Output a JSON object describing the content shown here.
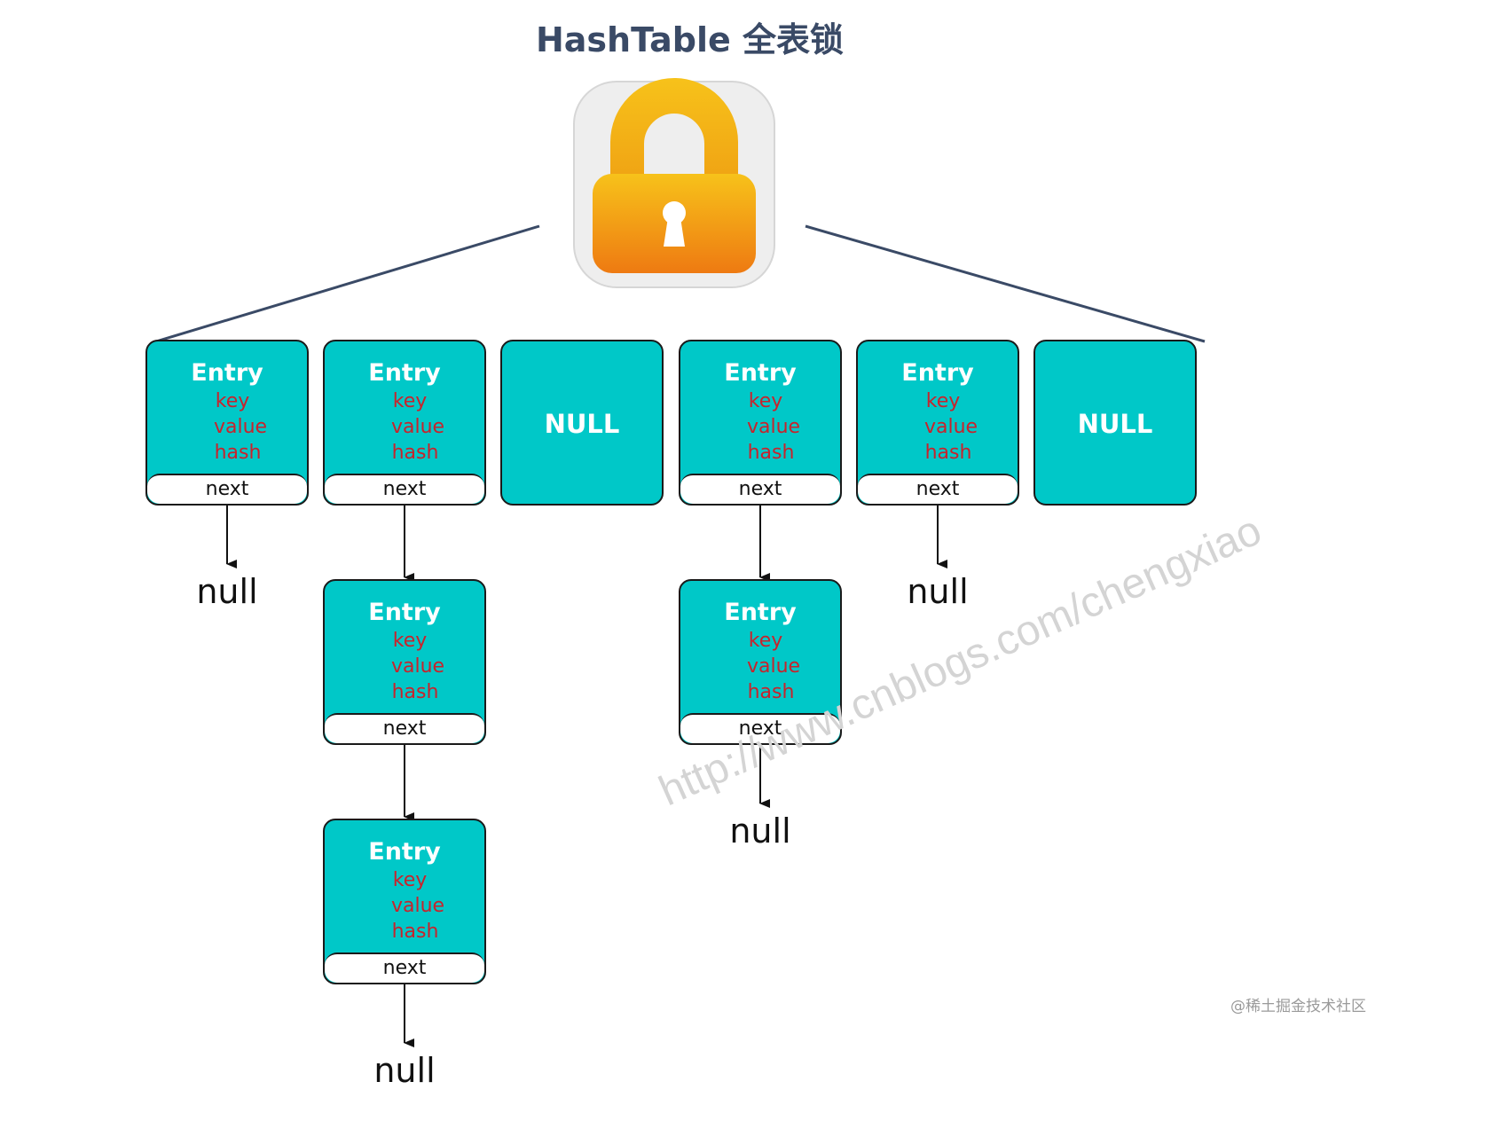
{
  "title": "HashTable 全表锁",
  "colors": {
    "entry_fill": "#00c8c8",
    "field_text": "#c8232c",
    "title_text": "#3a4a66",
    "lock_body": "#f39c12"
  },
  "labels": {
    "entry": "Entry",
    "key": "key",
    "value": "value",
    "hash": "hash",
    "next": "next",
    "bucket_null": "NULL",
    "tail_null": "null"
  },
  "buckets": [
    {
      "type": "entry"
    },
    {
      "type": "entry"
    },
    {
      "type": "null"
    },
    {
      "type": "entry"
    },
    {
      "type": "entry"
    },
    {
      "type": "null"
    }
  ],
  "chains": [
    {
      "bucket": 0,
      "entries_after": 0
    },
    {
      "bucket": 1,
      "entries_after": 2
    },
    {
      "bucket": 3,
      "entries_after": 1
    },
    {
      "bucket": 4,
      "entries_after": 0
    }
  ],
  "watermark": "http://www.cnblogs.com/chengxiao",
  "credit": "@稀土掘金技术社区",
  "icons": {
    "lock": "padlock-icon"
  }
}
